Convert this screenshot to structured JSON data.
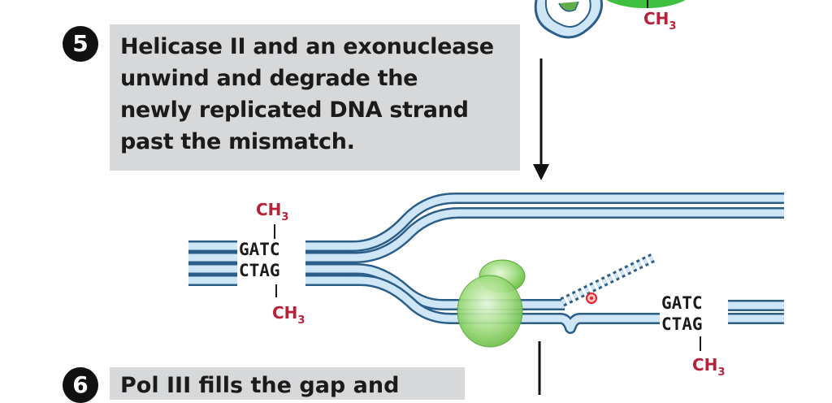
{
  "step5": {
    "number": "5",
    "caption_lines": [
      "Helicase II and an exonuclease",
      "unwind and degrade the",
      "newly replicated DNA strand",
      "past the mismatch."
    ]
  },
  "step6": {
    "number": "6",
    "caption_partial": "Pol III fills the gap and"
  },
  "labels": {
    "methyl_base": "CH",
    "methyl_sub": "3",
    "left_top_seq": "GATC",
    "left_bottom_seq": "CTAG",
    "right_top_seq": "GATC",
    "right_bottom_seq": "CTAG"
  },
  "colors": {
    "strand_fill": "#cfe6f7",
    "strand_outline": "#2b5f8a",
    "protein": "#8fd46a",
    "methyl": "#b5223a",
    "caption_bg": "#d7d8da",
    "mismatch": "#e2202a"
  }
}
